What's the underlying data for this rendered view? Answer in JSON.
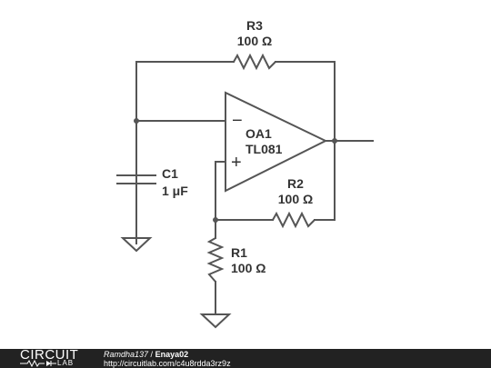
{
  "schematic": {
    "components": {
      "r3": {
        "designator": "R3",
        "value": "100 Ω"
      },
      "r2": {
        "designator": "R2",
        "value": "100 Ω"
      },
      "r1": {
        "designator": "R1",
        "value": "100 Ω"
      },
      "c1": {
        "designator": "C1",
        "value": "1 μF"
      },
      "oa1": {
        "designator": "OA1",
        "part": "TL081",
        "inverting_pin": "−",
        "noninverting_pin": "+"
      }
    }
  },
  "footer": {
    "logo_top": "CIRCUIT",
    "logo_bottom": "LAB",
    "author": "Ramdha137",
    "separator": " / ",
    "title": "Enaya02",
    "url": "http://circuitlab.com/c4u8rdda3rz9z"
  }
}
